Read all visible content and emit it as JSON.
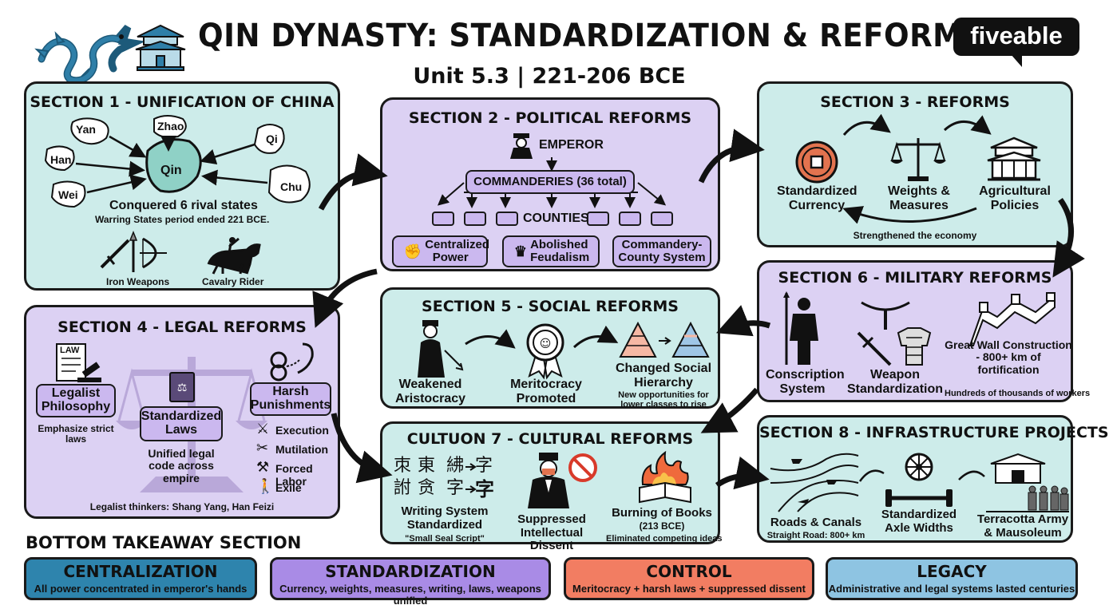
{
  "header": {
    "title": "QIN DYNASTY: STANDARDIZATION & REFORMS",
    "subtitle": "Unit 5.3 | 221-206 BCE",
    "logo": "fiveable"
  },
  "section1": {
    "title": "SECTION 1 - UNIFICATION OF CHINA",
    "states": [
      "Yan",
      "Zhao",
      "Qi",
      "Han",
      "Qin",
      "Chu",
      "Wei"
    ],
    "caption": "Conquered 6 rival states",
    "note": "Warring States period ended 221 BCE.",
    "items": [
      "Iron Weapons",
      "Cavalry Rider"
    ]
  },
  "section2": {
    "title": "SECTION 2 - POLITICAL REFORMS",
    "emperor": "EMPEROR",
    "commanderies": "COMMANDERIES (36 total)",
    "counties": "COUNTIES",
    "boxes": [
      "Centralized Power",
      "Abolished Feudalism",
      "Commandery-County System"
    ]
  },
  "section3": {
    "title": "SECTION 3 - REFORMS",
    "items": [
      "Standardized Currency",
      "Weights & Measures",
      "Agricultural Policies"
    ],
    "caption": "Strengthened the economy"
  },
  "section4": {
    "title": "SECTION 4 - LEGAL REFORMS",
    "law_label": "LAW",
    "philosophy": "Legalist Philosophy",
    "philosophy_note": "Emphasize strict laws",
    "laws": "Standardized Laws",
    "laws_note": "Unified legal code across empire",
    "punishments": "Harsh Punishments",
    "punishment_list": [
      "Execution",
      "Mutilation",
      "Forced Labor",
      "Exile"
    ],
    "thinkers": "Legalist thinkers: Shang Yang, Han Feizi"
  },
  "section5": {
    "title": "SECTION 5 - SOCIAL REFORMS",
    "items": [
      "Weakened Aristocracy",
      "Meritocracy Promoted",
      "Changed Social Hierarchy"
    ],
    "note": "New opportunities for lower classes to rise"
  },
  "section6": {
    "title": "SECTION 6 - MILITARY REFORMS",
    "items": [
      "Conscription System",
      "Weapon Standardization",
      "Great Wall Construction - 800+ km of fortification"
    ],
    "note": "Hundreds of thousands of workers"
  },
  "section7": {
    "title": "CULTUON 7 - CULTURAL REFORMS",
    "scripts_top": [
      "朿",
      "東",
      "紼",
      "字"
    ],
    "scripts_bottom": [
      "詂",
      "贪",
      "字",
      "字"
    ],
    "items": [
      "Writing System Standardized",
      "Suppressed Intellectual Dissent",
      "Burning of Books"
    ],
    "script_note": "\"Small Seal Script\"",
    "books_year": "(213 BCE)",
    "books_note": "Eliminated competing ideas"
  },
  "section8": {
    "title": "SECTION 8 - INFRASTRUCTURE PROJECTS",
    "items": [
      "Roads & Canals",
      "Standardized Axle Widths",
      "Terracotta Army & Mausoleum"
    ],
    "note": "Straight Road: 800+ km"
  },
  "takeaway": {
    "heading": "BOTTOM TAKEAWAY SECTION",
    "cards": [
      {
        "title": "CENTRALIZATION",
        "text": "All power concentrated in emperor's hands",
        "color": "#2e84ad"
      },
      {
        "title": "STANDARDIZATION",
        "text": "Currency, weights, measures, writing, laws, weapons unified",
        "color": "#a98be6"
      },
      {
        "title": "CONTROL",
        "text": "Meritocracy + harsh laws + suppressed dissent",
        "color": "#f27d62"
      },
      {
        "title": "LEGACY",
        "text": "Administrative and legal systems lasted centuries",
        "color": "#8ec4e2"
      }
    ]
  },
  "colors": {
    "teal_panel": "#cdecea",
    "lavender_panel": "#dcd1f3",
    "dragon": "#2f7fa8",
    "coin": "#e2734f",
    "fire": "#ef6a3c"
  }
}
